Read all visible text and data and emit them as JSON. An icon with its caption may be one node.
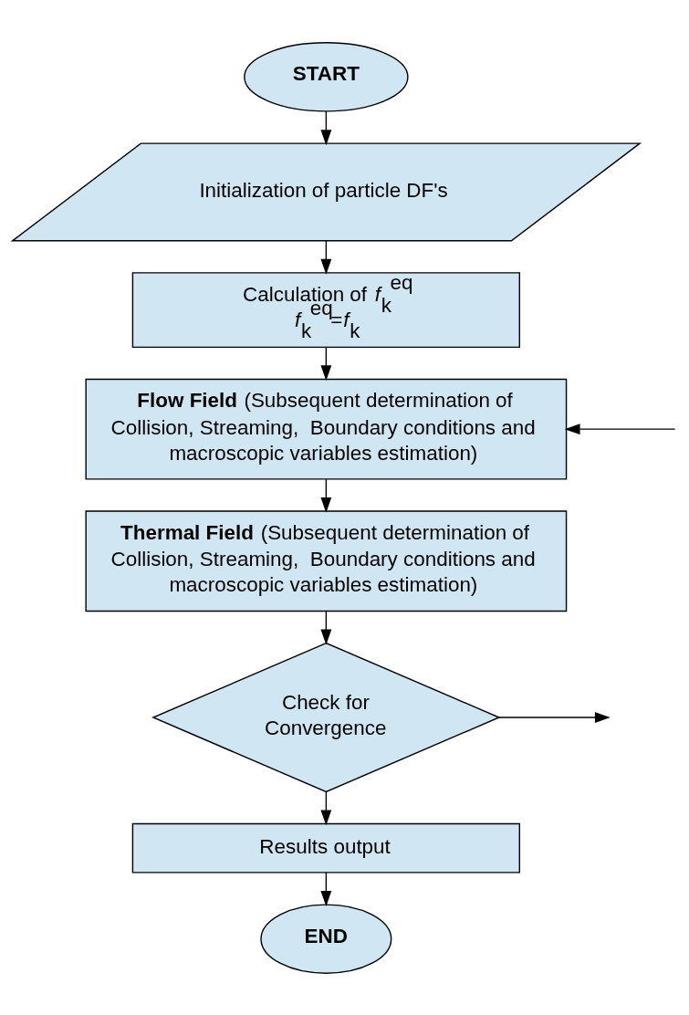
{
  "diagram": {
    "nodes": [
      {
        "text": [
          "START"
        ]
      },
      {
        "text": [
          "Initialization of particle DF's"
        ]
      },
      {
        "text": [
          "Calculation of *f*$_{k}$$^{eq}$",
          "*f*$_{k}$$^{eq}$=*f*$_{k}$"
        ]
      },
      {
        "text": [
          "**Flow Field** (Subsequent determination of Collision, Streaming,  Boundary conditions and macroscopic variables estimation)"
        ]
      },
      {
        "text": [
          "**Thermal Field** (Subsequent determination of Collision, Streaming,  Boundary conditions and macroscopic variables estimation)"
        ]
      },
      {
        "text": [
          "Check for Convergence"
        ]
      },
      {
        "text": [
          "Results output"
        ]
      },
      {
        "text": [
          "END"
        ]
      }
    ],
    "edges": [
      {
        "from": 0,
        "to": 1,
        "arrow": "to"
      },
      {
        "from": 1,
        "to": 2,
        "arrow": "to"
      },
      {
        "from": 2,
        "to": 3,
        "arrow": "to"
      },
      {
        "from": 3,
        "to": 4,
        "arrow": "to"
      },
      {
        "from": 4,
        "to": 5,
        "arrow": "to"
      },
      {
        "from": 5,
        "to": 6,
        "arrow": "to"
      },
      {
        "from": 6,
        "to": 7,
        "arrow": "to"
      },
      {
        "from": 5,
        "to": null,
        "arrow": "to"
      },
      {
        "from": null,
        "to": 3,
        "arrow": "to"
      }
    ]
  }
}
